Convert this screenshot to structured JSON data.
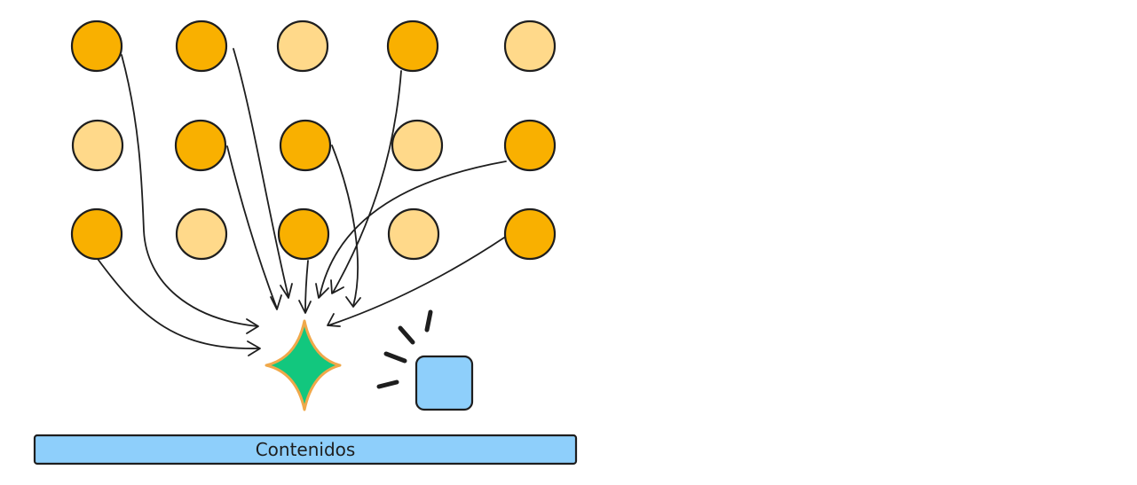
{
  "diagram": {
    "banner": {
      "label": "Contenidos"
    },
    "colors": {
      "dot_active_fill": "#f9b000",
      "dot_inactive_fill": "#ffd98a",
      "stroke": "#1e1e1e",
      "star_fill": "#12c77e",
      "star_stroke": "#f0a84a",
      "square_fill": "#8ecffb",
      "banner_fill": "#8ecffb"
    },
    "grid": {
      "rows": [
        [
          "active",
          "active",
          "inactive",
          "active",
          "inactive"
        ],
        [
          "inactive",
          "active",
          "active",
          "inactive",
          "active"
        ],
        [
          "active",
          "inactive",
          "active",
          "inactive",
          "active"
        ]
      ]
    },
    "icons": {
      "star": "sparkle-star-icon",
      "square": "rounded-square-icon",
      "motion": "motion-lines-icon"
    }
  }
}
